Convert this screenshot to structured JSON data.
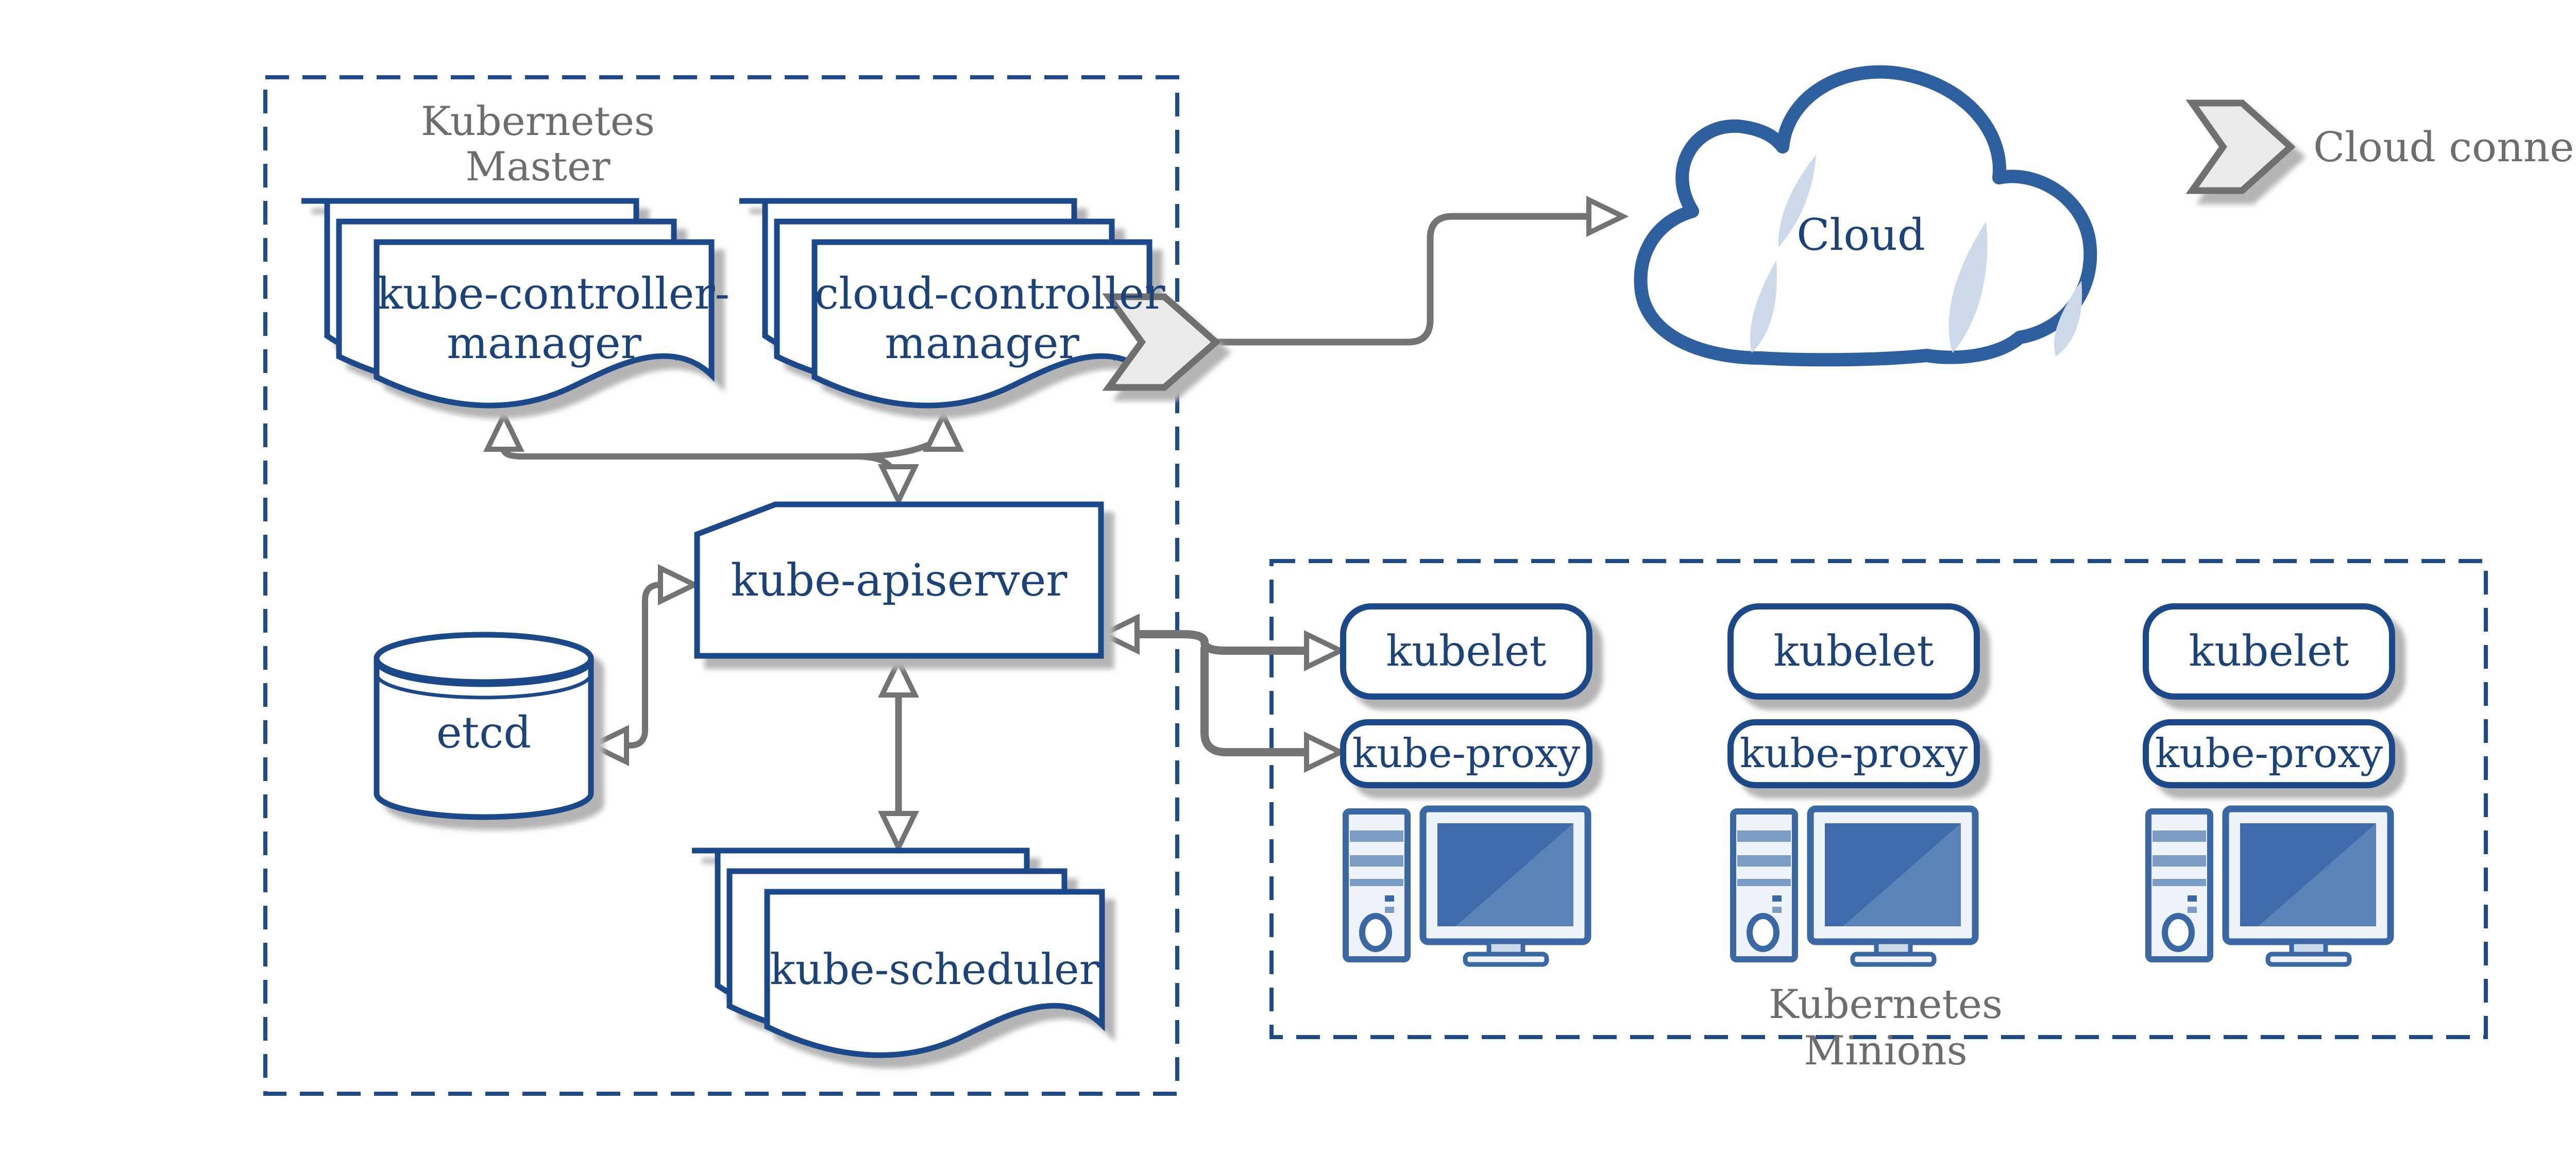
{
  "master": {
    "title": {
      "line1": "Kubernetes",
      "line2": "Master"
    },
    "kube_controller_manager": {
      "line1": "kube-controller-",
      "line2": "manager"
    },
    "cloud_controller_manager": {
      "line1": "cloud-controller",
      "line2": "manager"
    },
    "kube_apiserver": {
      "label": "kube-apiserver"
    },
    "etcd": {
      "label": "etcd"
    },
    "kube_scheduler": {
      "label": "kube-scheduler"
    }
  },
  "cloud": {
    "label": "Cloud"
  },
  "legend": {
    "cloud_connector_label": "Cloud connector"
  },
  "minions": {
    "title": {
      "line1": "Kubernetes",
      "line2": "Minions"
    },
    "nodes": [
      {
        "kubelet_label": "kubelet",
        "kube_proxy_label": "kube-proxy"
      },
      {
        "kubelet_label": "kubelet",
        "kube_proxy_label": "kube-proxy"
      },
      {
        "kubelet_label": "kubelet",
        "kube_proxy_label": "kube-proxy"
      }
    ]
  },
  "icons": [
    "cloud-icon",
    "cloud-connector-chevron-icon",
    "document-stack-icon",
    "database-cylinder-icon",
    "card-icon",
    "computer-icon"
  ],
  "colors": {
    "node_border": "#1f4a8a",
    "node_text": "#1c4379",
    "boundary_dash": "#1f4a8a",
    "gray_text": "#6d6d6d",
    "arrow_gray": "#737373",
    "shadow": "#b4b4b4",
    "cloud_border": "#2e5f9e",
    "cloud_accent": "#ccd9ea",
    "chevron_fill": "#eaeaea",
    "chevron_border": "#6f6f6f",
    "computer_outline": "#3a68a4",
    "computer_fill": "#eef2f9",
    "computer_stripe": "#7d9cc4",
    "screen_fill": "#3e6cab",
    "screen_highlight": "#5b83b8"
  }
}
